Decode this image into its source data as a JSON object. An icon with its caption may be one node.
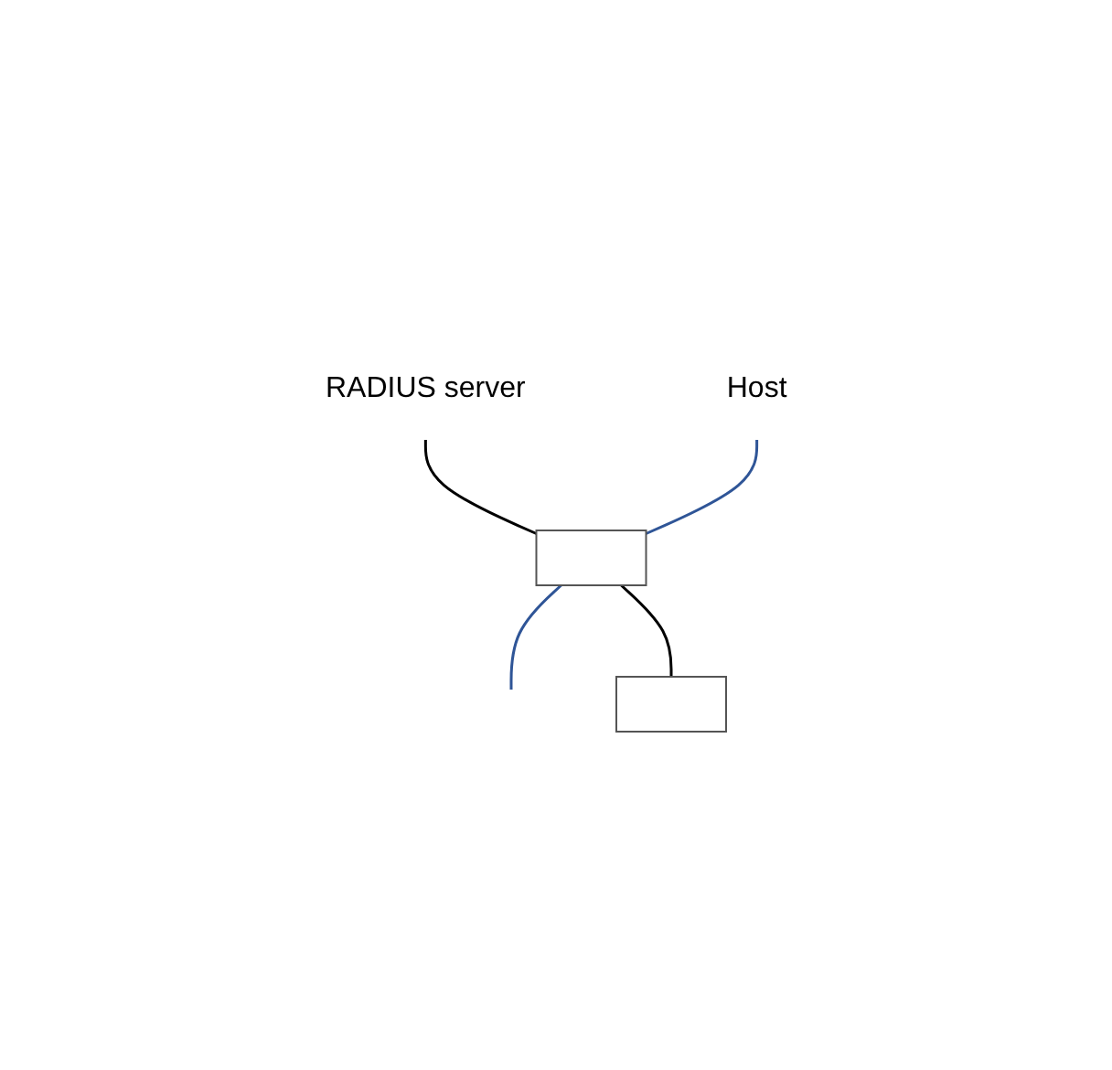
{
  "diagram": {
    "nodes": [
      {
        "text": [
          "RADIUS server"
        ]
      },
      {
        "text": [
          "Host"
        ]
      },
      {
        "text": [],
        "shape": "box"
      },
      {
        "text": [],
        "shape": "box"
      }
    ],
    "edges": [
      {
        "from": 0,
        "to": 2,
        "arrow": "none"
      },
      {
        "from": 1,
        "to": 2,
        "arrow": "none",
        "color": "#2f5597"
      },
      {
        "from": 2,
        "to": null,
        "arrow": "none",
        "color": "#2f5597"
      },
      {
        "from": 2,
        "to": 3,
        "arrow": "none"
      }
    ]
  }
}
